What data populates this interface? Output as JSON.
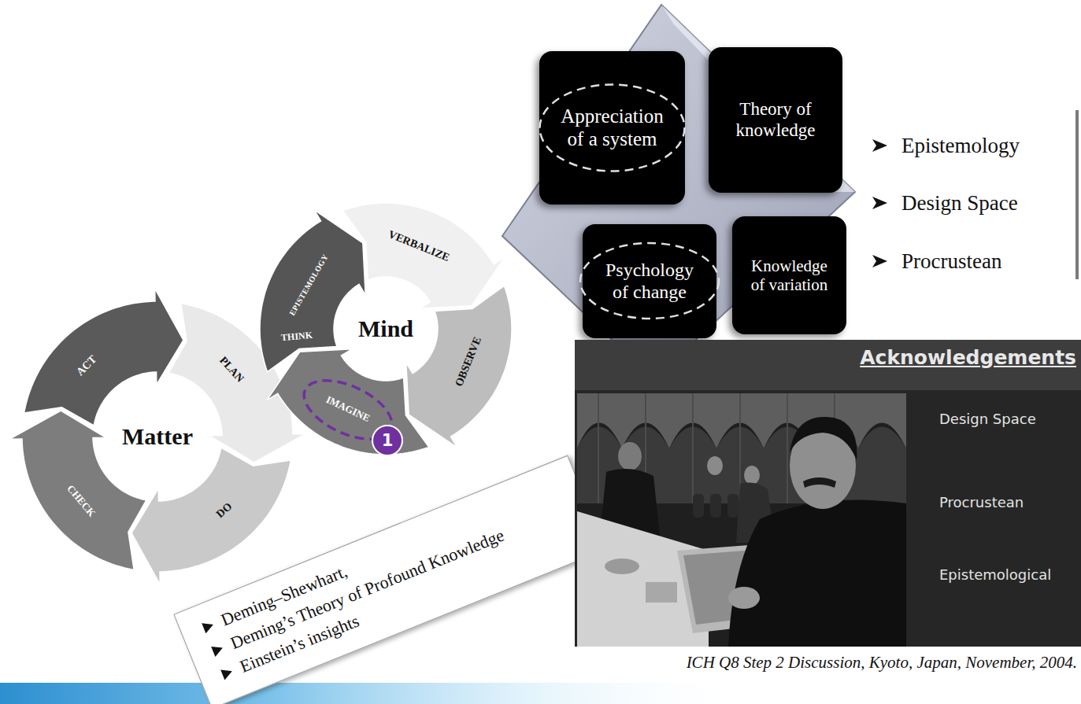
{
  "diagram": {
    "caption": "ICH Q8 Step 2 Discussion, Kyoto, Japan, November, 2004.",
    "nodes": [
      {
        "text": [
          "ACT"
        ]
      },
      {
        "text": [
          "PLAN"
        ]
      },
      {
        "text": [
          "DO"
        ]
      },
      {
        "text": [
          "CHECK"
        ]
      },
      {
        "text": [
          "EPISTEMOLOGY",
          "THINK"
        ]
      },
      {
        "text": [
          "VERBALIZE"
        ]
      },
      {
        "text": [
          "OBSERVE"
        ]
      },
      {
        "text": [
          "IMAGINE"
        ]
      },
      {
        "text": [
          "Deming–Shewhart,",
          "Deming’s Theory of Profound Knowledge",
          "Einstein’s insights"
        ]
      },
      {
        "text": [
          "Appreciation of a system"
        ]
      },
      {
        "text": [
          "Theory of knowledge"
        ]
      },
      {
        "text": [
          "Psychology of change"
        ]
      },
      {
        "text": [
          "Knowledge of variation"
        ]
      },
      {
        "text": [
          "Acknowledgements",
          "Design Space",
          "Procrustean",
          "Epistemological"
        ]
      }
    ],
    "labels": [
      "Matter",
      "Mind",
      "1",
      "Epistemology",
      "Design Space",
      "Procrustean"
    ]
  }
}
